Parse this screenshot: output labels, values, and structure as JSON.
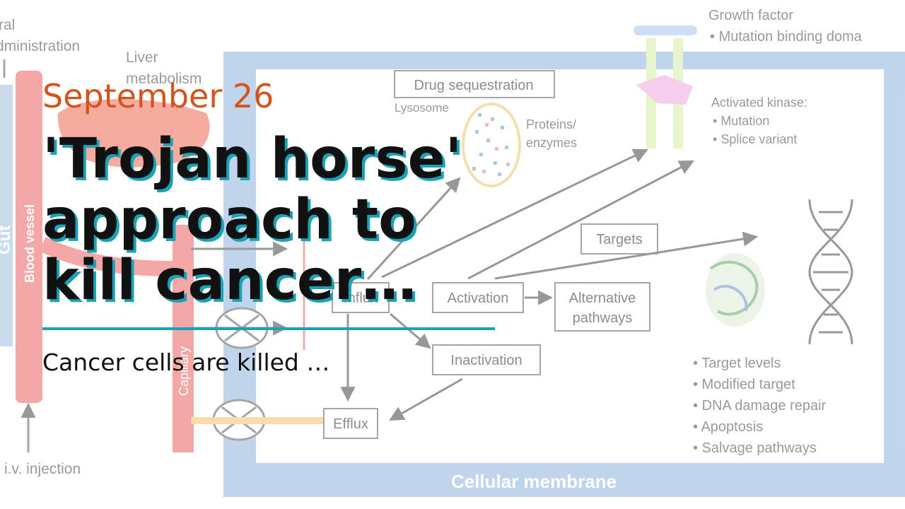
{
  "colors": {
    "accent": "#1aa3b6",
    "date": "#d4541e",
    "membrane": "#b8d0ea",
    "vessel": "#f29b9b",
    "box_border": "#9a9a9a",
    "diagram_text": "#888888"
  },
  "post": {
    "date": "September 26",
    "title": "'Trojan horse' approach to kill cancer…",
    "excerpt": "Cancer cells are killed …"
  },
  "diagram": {
    "oral_label": "ral\ndministration",
    "liver_label": "Liver\nmetabolism",
    "gut_label": "Gut",
    "blood_vessel_label": "Blood vessel",
    "capillary_label": "Capillary",
    "iv_label": "i.v. injection",
    "drug_sequestration": "Drug sequestration",
    "lysosome": "Lysosome",
    "proteins": "Proteins/\nenzymes",
    "growth_factor": "Growth factor",
    "mutation_binding": "Mutation binding doma",
    "activated_kinase": "Activated kinase:",
    "kinase_items": [
      "Mutation",
      "Splice variant"
    ],
    "targets": "Targets",
    "influx": "Influx",
    "activation": "Activation",
    "alternative": "Alternative\npathways",
    "inactivation": "Inactivation",
    "efflux": "Efflux",
    "target_items": [
      "Target levels",
      "Modified target",
      "DNA damage repair",
      "Apoptosis",
      "Salvage pathways"
    ],
    "membrane": "Cellular membrane"
  }
}
